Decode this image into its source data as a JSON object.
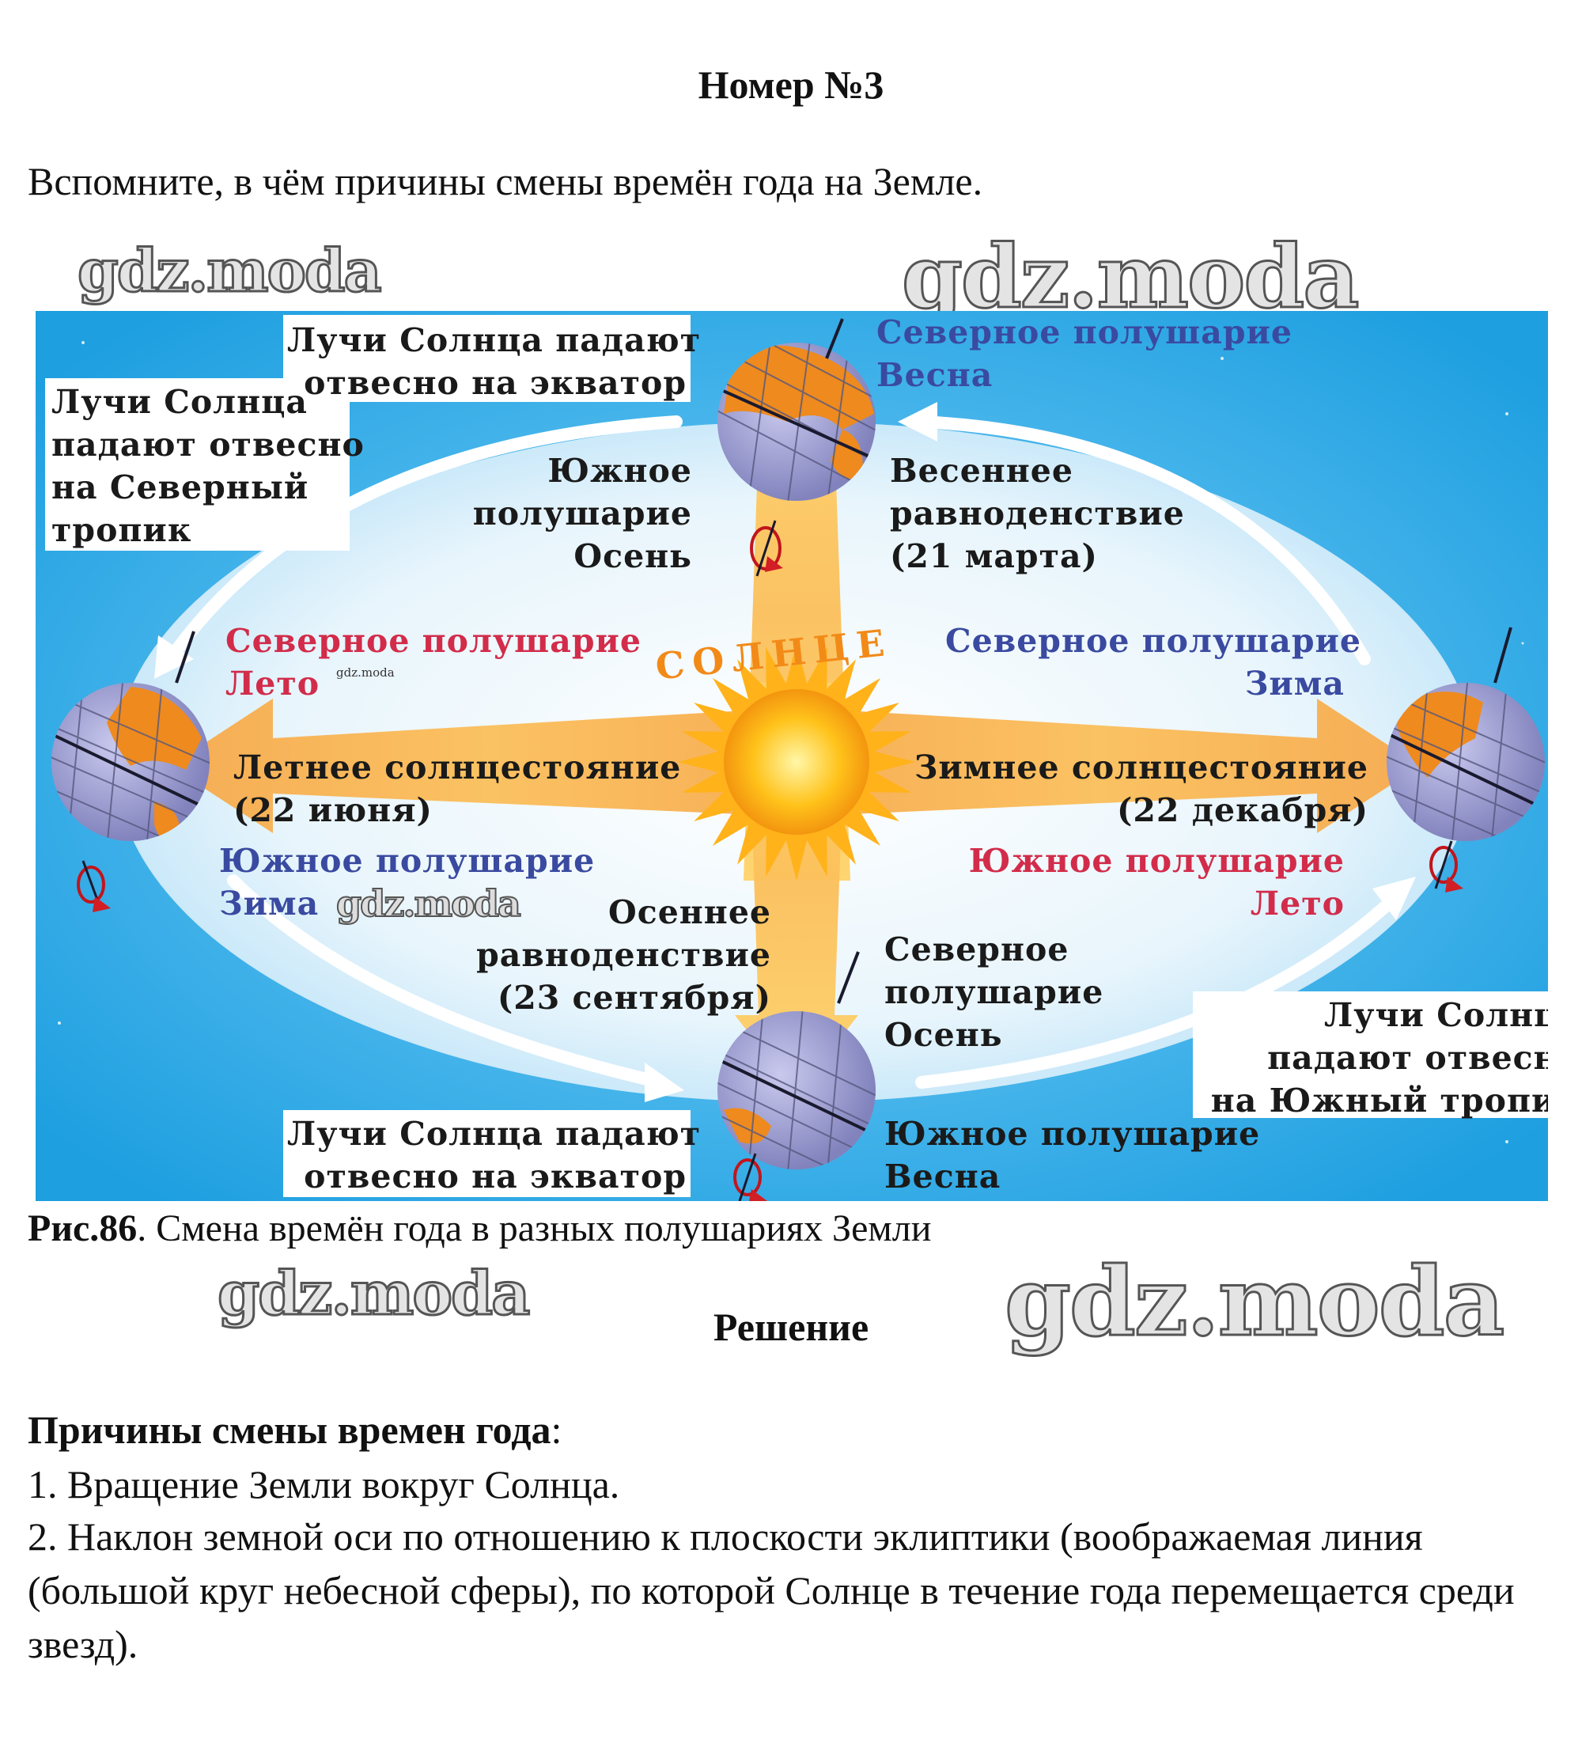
{
  "title": "Номер №3",
  "question": "Вспомните, в чём причины смены времён года на Земле.",
  "watermark": "gdz.moda",
  "figure": {
    "sun_label": "СОЛНЦЕ",
    "colors": {
      "sky": "#29a8e6",
      "ellipse": "#eef7fc",
      "sun": "#ffc21a",
      "ray": "#f9b44a",
      "land": "#ee8a1e",
      "globe": "#9d9ed0"
    },
    "labels": {
      "top_box": [
        "Лучи Солнца падают",
        "отвесно на экватор"
      ],
      "left_box": [
        "Лучи Солнца",
        "падают отвесно",
        "на Северный",
        "тропик"
      ],
      "top_north": [
        "Северное полушарие",
        "Весна"
      ],
      "top_south": [
        "Южное",
        "полушарие",
        "Осень"
      ],
      "spring_equinox": [
        "Весеннее",
        "равноденствие",
        "(21 марта)"
      ],
      "left_north": [
        "Северное полушарие",
        "Лето"
      ],
      "summer_solstice": [
        "Летнее солнцестояние",
        "(22 июня)"
      ],
      "left_south": [
        "Южное полушарие",
        "Зима"
      ],
      "right_north": [
        "Северное полушарие",
        "Зима"
      ],
      "winter_solstice": [
        "Зимнее солнцестояние",
        "(22 декабря)"
      ],
      "right_south": [
        "Южное полушарие",
        "Лето"
      ],
      "autumn_equinox": [
        "Осеннее",
        "равноденствие",
        "(23 сентября)"
      ],
      "bottom_north": [
        "Северное",
        "полушарие",
        "Осень"
      ],
      "right_box": [
        "Лучи Солнца",
        "падают отвесно",
        "на Южный тропик"
      ],
      "bottom_box": [
        "Лучи Солнца падают",
        "отвесно на экватор"
      ],
      "bottom_south": [
        "Южное полушарие",
        "Весна"
      ]
    }
  },
  "caption": {
    "label": "Рис.86",
    "text": ". Смена времён года в разных полушариях Земли"
  },
  "solution_title": "Решение",
  "reasons": {
    "heading": "Причины смены времен года",
    "colon": ":",
    "items": [
      "1. Вращение Земли вокруг Солнца.",
      "2. Наклон земной оси по отношению к плоскости эклиптики (воображаемая линия (большой круг небесной сферы), по которой Солнце в течение года перемещается среди звезд)."
    ]
  }
}
